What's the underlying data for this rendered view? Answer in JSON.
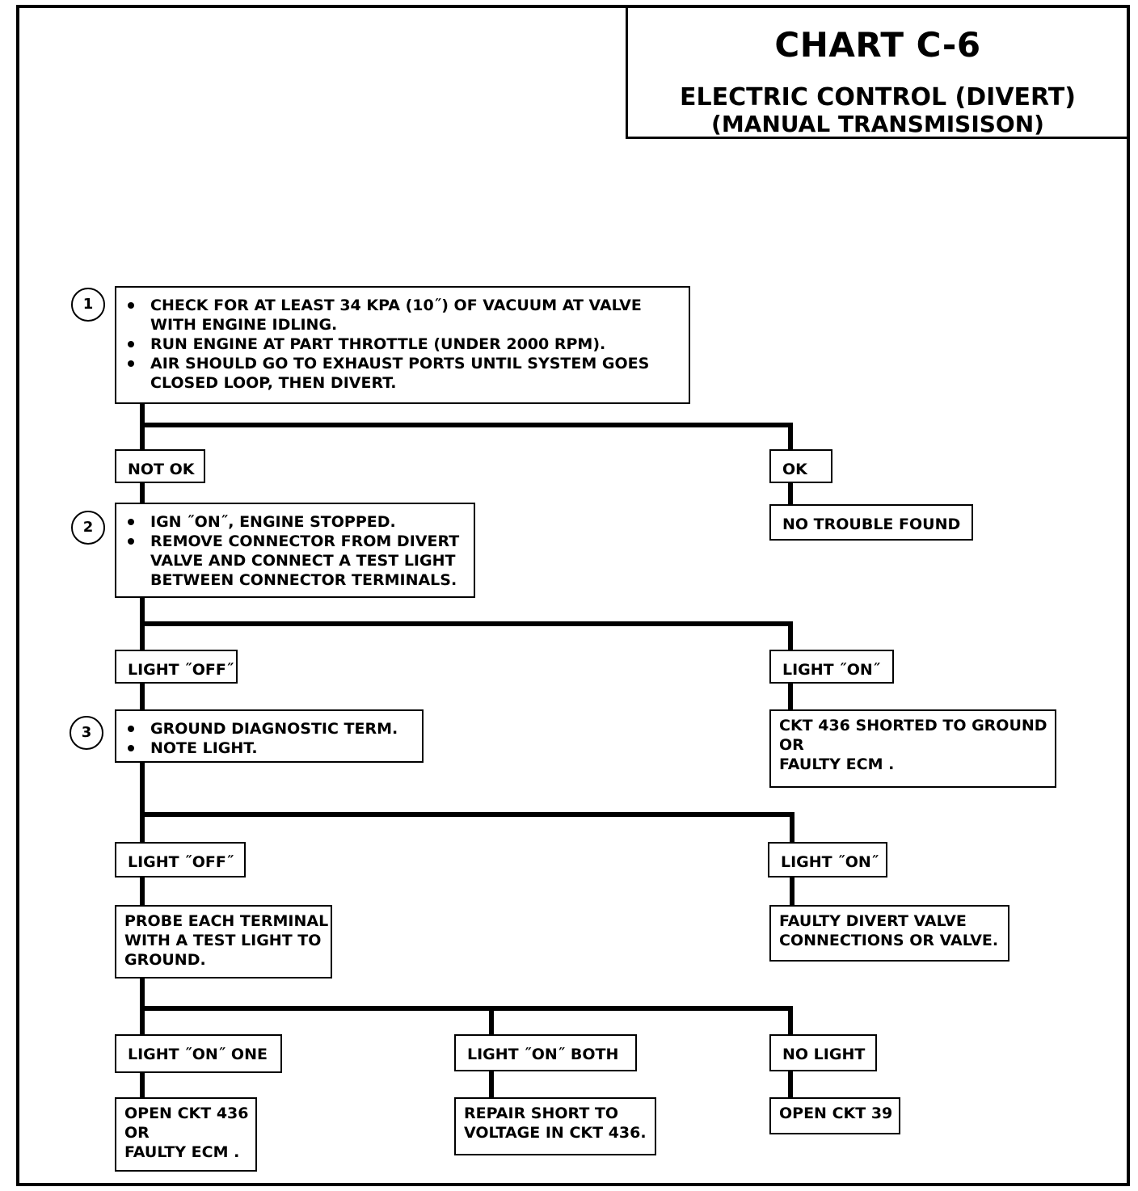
{
  "title": "CHART C-6",
  "subtitle": "ELECTRIC CONTROL (DIVERT)",
  "subtitle2": "(MANUAL TRANSMISISON)",
  "steps": [
    {
      "number": "1",
      "bullets": [
        "CHECK FOR AT LEAST 34 KPA (10˝) OF VACUUM AT VALVE WITH ENGINE IDLING.",
        "RUN ENGINE AT PART THROTTLE (UNDER 2000 RPM).",
        "AIR SHOULD GO TO EXHAUST PORTS UNTIL SYSTEM GOES CLOSED LOOP, THEN DIVERT."
      ]
    },
    {
      "number": "2",
      "bullets": [
        "IGN ˝ON˝, ENGINE STOPPED.",
        "REMOVE CONNECTOR FROM DIVERT VALVE AND CONNECT A TEST LIGHT BETWEEN CONNECTOR TERMINALS."
      ]
    },
    {
      "number": "3",
      "bullets": [
        "GROUND DIAGNOSTIC  TERM.",
        "NOTE LIGHT."
      ]
    }
  ],
  "branches": {
    "step1_left": "NOT OK",
    "step1_right": "OK",
    "step1_right_result": "NO TROUBLE FOUND",
    "step2_left": "LIGHT ˝OFF˝",
    "step2_right": "LIGHT ˝ON˝",
    "step2_right_result": "CKT 436 SHORTED TO GROUND\nOR\nFAULTY ECM .",
    "step3_left": "LIGHT ˝OFF˝",
    "step3_right": "LIGHT ˝ON˝",
    "step3_right_result": "FAULTY DIVERT VALVE\nCONNECTIONS OR VALVE.",
    "probe": "PROBE EACH TERMINAL\nWITH A TEST LIGHT TO\nGROUND.",
    "probe_one": "LIGHT  ˝ON˝ ONE",
    "probe_both": "LIGHT  ˝ON˝ BOTH",
    "probe_none": "NO LIGHT",
    "probe_one_result": "OPEN CKT 436\nOR\nFAULTY ECM .",
    "probe_both_result": "REPAIR  SHORT TO\nVOLTAGE IN CKT 436.",
    "probe_none_result": "OPEN CKT 39"
  }
}
